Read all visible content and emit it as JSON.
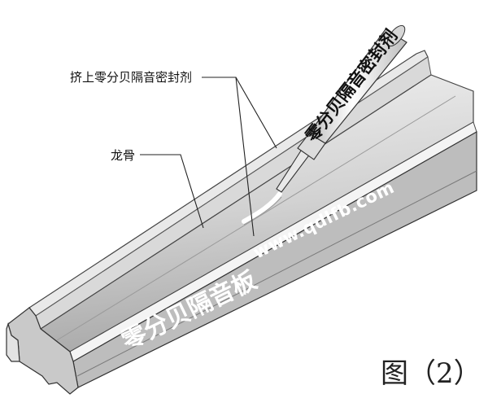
{
  "labels": {
    "sealant": "挤上零分贝隔音密封剂",
    "keel": "龙骨"
  },
  "tube_text": "零分贝隔音密封剂",
  "watermark": {
    "url": "www.qdlfb.com",
    "brand": "零分贝隔音板"
  },
  "figure_label": "图（2）",
  "colors": {
    "metal_light": "#e6e6e6",
    "metal_mid": "#bdbdbd",
    "metal_dark": "#8a8a8a",
    "outline": "#333333",
    "watermark": "#ffffff"
  }
}
